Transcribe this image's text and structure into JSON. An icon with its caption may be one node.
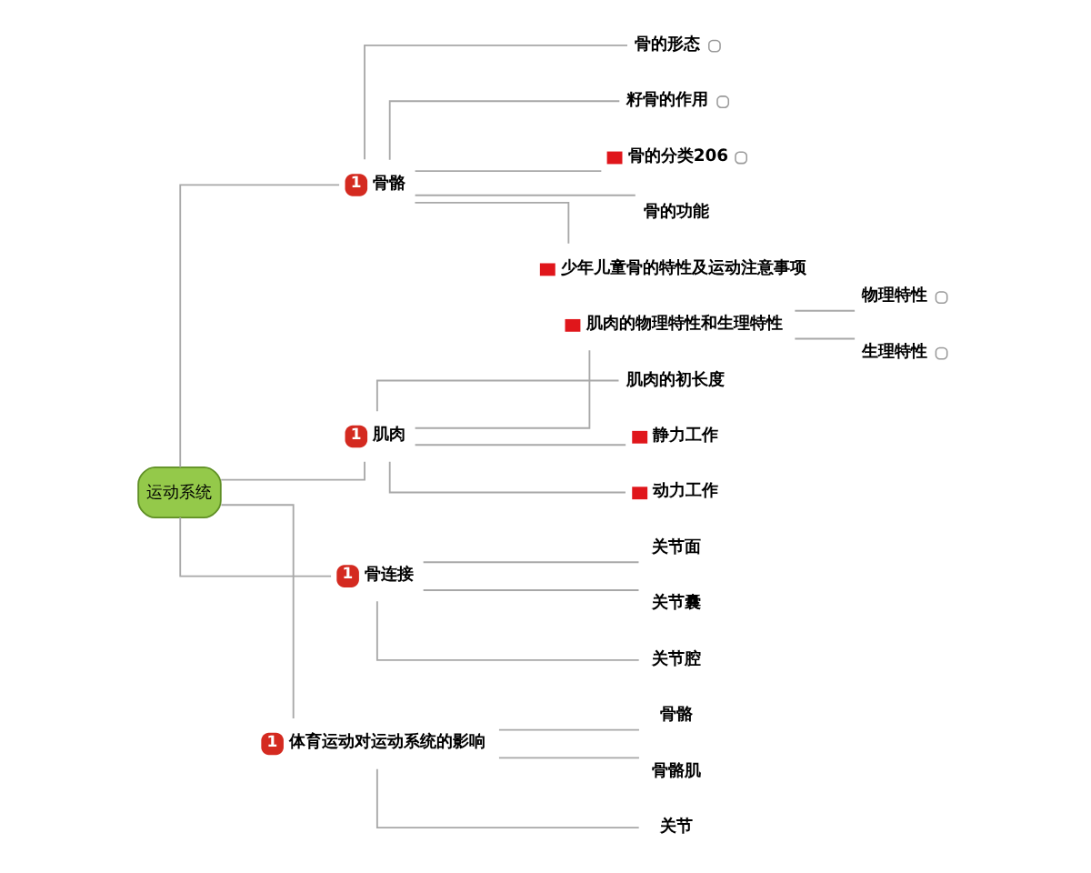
{
  "diagram": {
    "nodes": [
      {
        "text": [
          "运动系统"
        ]
      },
      {
        "text": [
          "1",
          "骨骼"
        ]
      },
      {
        "text": [
          "骨的形态"
        ]
      },
      {
        "text": [
          "籽骨的作用"
        ]
      },
      {
        "text": [
          "骨的分类206"
        ]
      },
      {
        "text": [
          "骨的功能"
        ]
      },
      {
        "text": [
          "少年儿童骨的特性及运动注意事项"
        ]
      },
      {
        "text": [
          "1",
          "肌肉"
        ]
      },
      {
        "text": [
          "肌肉的物理特性和生理特性"
        ]
      },
      {
        "text": [
          "物理特性"
        ]
      },
      {
        "text": [
          "生理特性"
        ]
      },
      {
        "text": [
          "肌肉的初长度"
        ]
      },
      {
        "text": [
          "静力工作"
        ]
      },
      {
        "text": [
          "动力工作"
        ]
      },
      {
        "text": [
          "1",
          "骨连接"
        ]
      },
      {
        "text": [
          "关节面"
        ]
      },
      {
        "text": [
          "关节囊"
        ]
      },
      {
        "text": [
          "关节腔"
        ]
      },
      {
        "text": [
          "1",
          "体育运动对运动系统的影响"
        ]
      },
      {
        "text": [
          "骨骼"
        ]
      },
      {
        "text": [
          "骨骼肌"
        ]
      },
      {
        "text": [
          "关节"
        ]
      }
    ],
    "edges": [
      {
        "from": 0,
        "to": 1,
        "arrow": "none"
      },
      {
        "from": 0,
        "to": 7,
        "arrow": "none"
      },
      {
        "from": 0,
        "to": 14,
        "arrow": "none"
      },
      {
        "from": 0,
        "to": 18,
        "arrow": "none"
      },
      {
        "from": 1,
        "to": 2,
        "arrow": "none"
      },
      {
        "from": 1,
        "to": 3,
        "arrow": "none"
      },
      {
        "from": 1,
        "to": 4,
        "arrow": "none"
      },
      {
        "from": 1,
        "to": 5,
        "arrow": "none"
      },
      {
        "from": 1,
        "to": 6,
        "arrow": "none"
      },
      {
        "from": 7,
        "to": 8,
        "arrow": "none"
      },
      {
        "from": 7,
        "to": 11,
        "arrow": "none"
      },
      {
        "from": 7,
        "to": 12,
        "arrow": "none"
      },
      {
        "from": 7,
        "to": 13,
        "arrow": "none"
      },
      {
        "from": 8,
        "to": 9,
        "arrow": "none"
      },
      {
        "from": 8,
        "to": 10,
        "arrow": "none"
      },
      {
        "from": 14,
        "to": 15,
        "arrow": "none"
      },
      {
        "from": 14,
        "to": 16,
        "arrow": "none"
      },
      {
        "from": 14,
        "to": 17,
        "arrow": "none"
      },
      {
        "from": 18,
        "to": 19,
        "arrow": "none"
      },
      {
        "from": 18,
        "to": 20,
        "arrow": "none"
      },
      {
        "from": 18,
        "to": 21,
        "arrow": "none"
      }
    ]
  }
}
